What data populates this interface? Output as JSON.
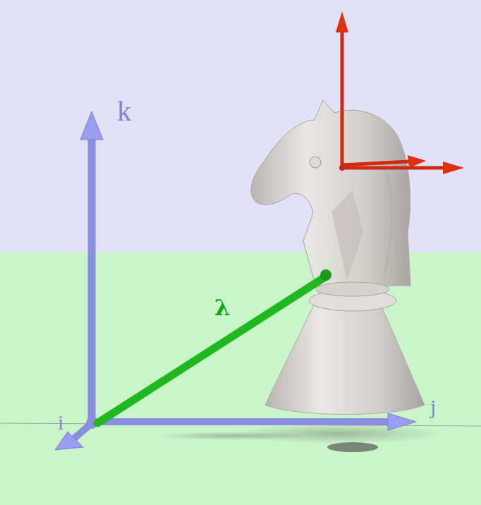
{
  "diagram": {
    "labels": [
      "k",
      "λ",
      "i",
      "j"
    ]
  }
}
